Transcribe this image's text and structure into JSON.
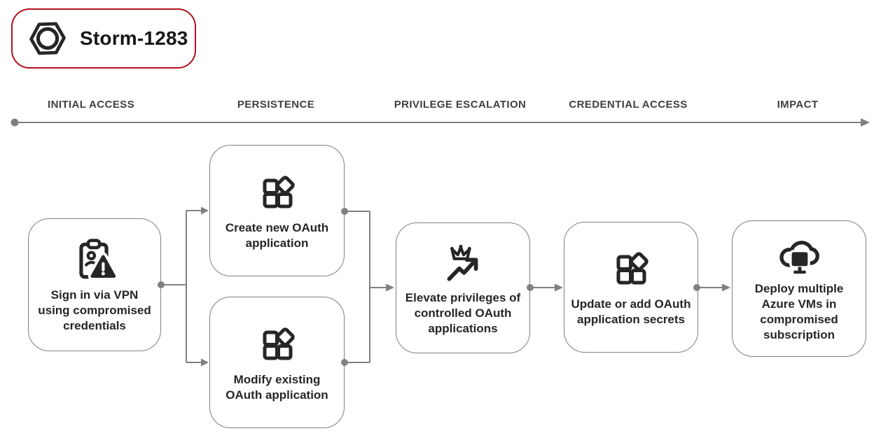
{
  "badge": {
    "label": "Storm-1283"
  },
  "timeline": {
    "stages": [
      {
        "label": "INITIAL ACCESS"
      },
      {
        "label": "PERSISTENCE"
      },
      {
        "label": "PRIVILEGE ESCALATION"
      },
      {
        "label": "CREDENTIAL ACCESS"
      },
      {
        "label": "IMPACT"
      }
    ]
  },
  "nodes": [
    {
      "label": "Sign in via VPN using compromised credentials",
      "icon": "clipboard-person-warning-icon"
    },
    {
      "label": "Create new OAuth application",
      "icon": "oauth-app-icon"
    },
    {
      "label": "Modify existing OAuth application",
      "icon": "oauth-app-icon"
    },
    {
      "label": "Elevate privileges of controlled OAuth applications",
      "icon": "crown-trend-up-icon"
    },
    {
      "label": "Update or add OAuth application secrets",
      "icon": "oauth-app-icon"
    },
    {
      "label": "Deploy multiple Azure VMs in compromised subscription",
      "icon": "cloud-vm-icon"
    }
  ],
  "colors": {
    "badge_border": "#b2111c",
    "connector_gray": "#808080",
    "icon_dark": "#262626",
    "node_text": "#262626",
    "stage_text": "#404040"
  }
}
